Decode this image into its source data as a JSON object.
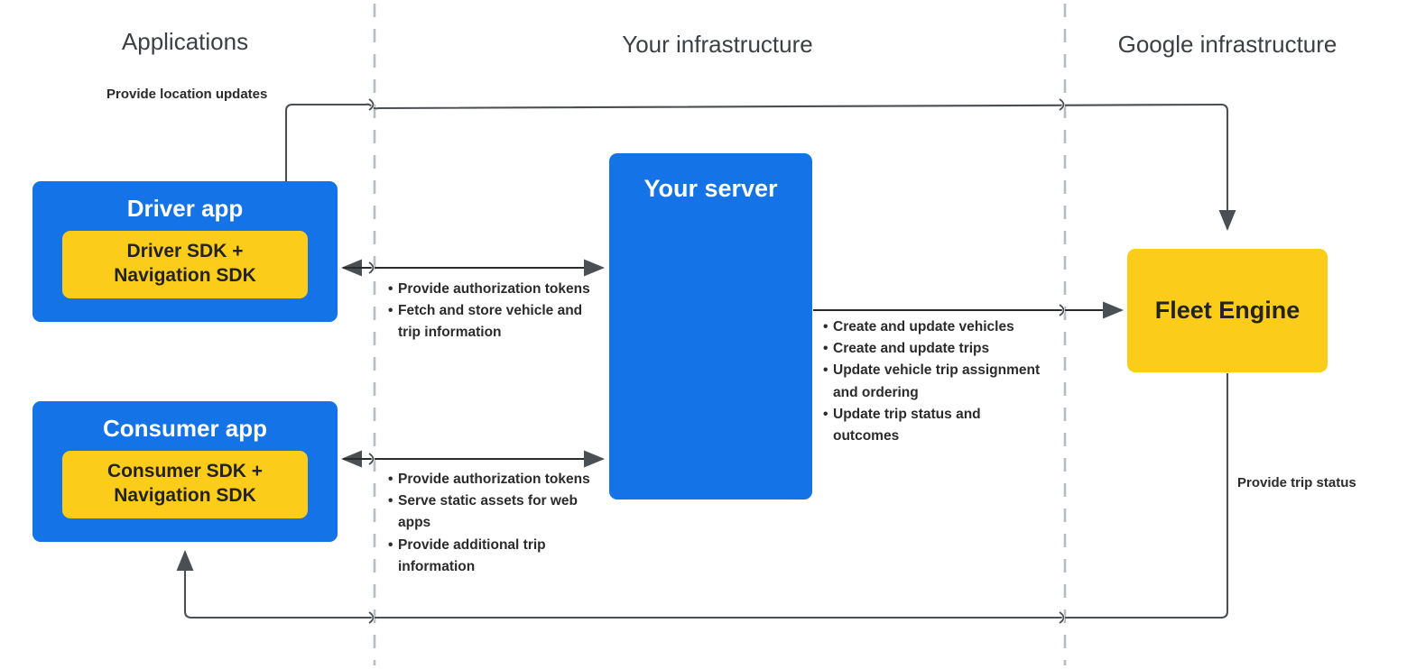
{
  "zones": [
    {
      "id": "applications",
      "label": "Applications"
    },
    {
      "id": "your-infrastructure",
      "label": "Your infrastructure"
    },
    {
      "id": "google-infrastructure",
      "label": "Google infrastructure"
    }
  ],
  "nodes": {
    "driver_app": {
      "title": "Driver app",
      "sdk": "Driver SDK +\nNavigation SDK"
    },
    "consumer_app": {
      "title": "Consumer app",
      "sdk": "Consumer SDK +\nNavigation SDK"
    },
    "your_server": {
      "title": "Your server"
    },
    "fleet_engine": {
      "title": "Fleet Engine"
    }
  },
  "edge_labels": {
    "location_updates": "Provide location updates",
    "trip_status": "Provide trip status"
  },
  "bullet_groups": {
    "driver_to_server": [
      "Provide authorization tokens",
      "Fetch and store vehicle and trip information"
    ],
    "consumer_to_server": [
      "Provide authorization tokens",
      "Serve static assets for web apps",
      "Provide additional trip information"
    ],
    "server_to_fleet_engine": [
      "Create and update vehicles",
      "Create and update trips",
      "Update vehicle trip assignment and ordering",
      "Update trip status and outcomes"
    ]
  },
  "colors": {
    "app_blue": "#1473e6",
    "sdk_yellow": "#fbcc1a",
    "connector": "#4a4f54",
    "divider": "#b6bcc2",
    "zone_text": "#3c4043",
    "label_text": "#2b2b2b"
  }
}
